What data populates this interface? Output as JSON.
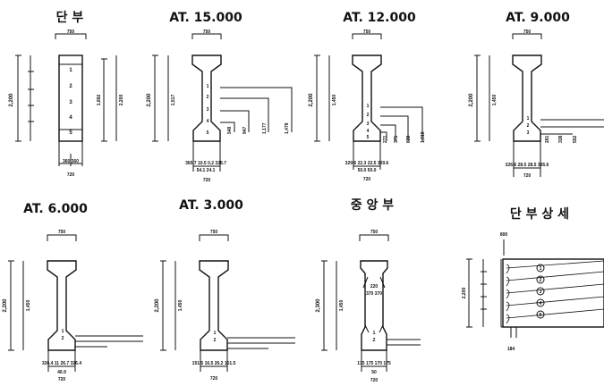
{
  "titles": {
    "s1": "단 부",
    "s2": "AT. 15.000",
    "s3": "AT. 12.000",
    "s4": "AT. 9.000",
    "s5": "AT. 6.000",
    "s6": "AT. 3.000",
    "s7": "중 앙 부",
    "detail": "단 부 상 세"
  },
  "width_label": "750",
  "base_label": "720",
  "height_label": "2,200",
  "height_label_mid": "2,300",
  "web_label": "1,450",
  "bottom_labels": {
    "s1": "360 360",
    "s2": "365.7 10.5 0.2 328.7",
    "s2b": "54.1 24.1",
    "s3": "329.6 22.3 22.5 329.6",
    "s3b": "50.0 50.0",
    "s4": "326.6 28.5 28.5 326.6",
    "s5": "326.4 11 26.7 326.4",
    "s5b": "46.9",
    "s6": "151.5 16.5 26.2 151.5",
    "s7": "175 175 170 175",
    "s7b": "50"
  },
  "tendon_numbers": [
    "1",
    "2",
    "3",
    "4",
    "5"
  ],
  "right_dims": {
    "s1": [
      "1,692",
      "2,200"
    ],
    "s2": [
      "1,517",
      "548",
      "947",
      "1,177",
      "1,478"
    ],
    "s3": [
      "1,450",
      "271",
      "371",
      "638",
      "1,018"
    ],
    "s4": [
      "1,450",
      "281",
      "338",
      "552"
    ]
  },
  "detail_labels": {
    "top": "800",
    "bottom": "184",
    "left": "2,200"
  },
  "mid_labels": {
    "a": "220",
    "b": "370 370"
  }
}
